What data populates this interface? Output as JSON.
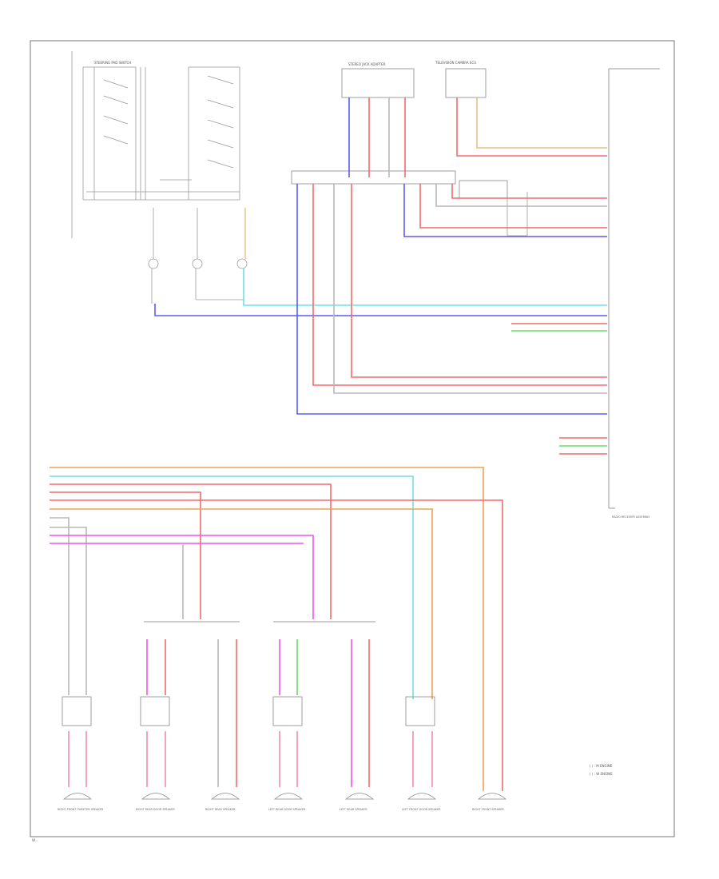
{
  "figure_code": "W...",
  "colors": {
    "red": "#f36b6b",
    "blue": "#5b5bf0",
    "pink": "#f28bb0",
    "magenta": "#ee55ee",
    "cyan": "#6fe0e8",
    "orange": "#f0a050",
    "tan": "#e8c080",
    "green": "#66dd66",
    "gray": "#b8b8b8",
    "frame": "#777777"
  },
  "header_labels": {
    "left": "STEERING PAD SWITCH",
    "stereo": "STEREO JACK ADAPTER",
    "antenna": "TELEVISION CAMERA ECU",
    "front_unit": "RADIO RECEIVER ASSEMBLY"
  },
  "legend": {
    "line1": "( ) : M ENGINE",
    "line2": "( ) : W ENGINE"
  },
  "speakers": [
    "RIGHT FRONT TWEETER SPEAKER",
    "RIGHT REAR DOOR SPEAKER",
    "RIGHT REAR SPEAKER",
    "LEFT REAR DOOR SPEAKER",
    "LEFT REAR SPEAKER",
    "LEFT FRONT DOOR SPEAKER",
    "RIGHT FRONT SPEAKER"
  ]
}
